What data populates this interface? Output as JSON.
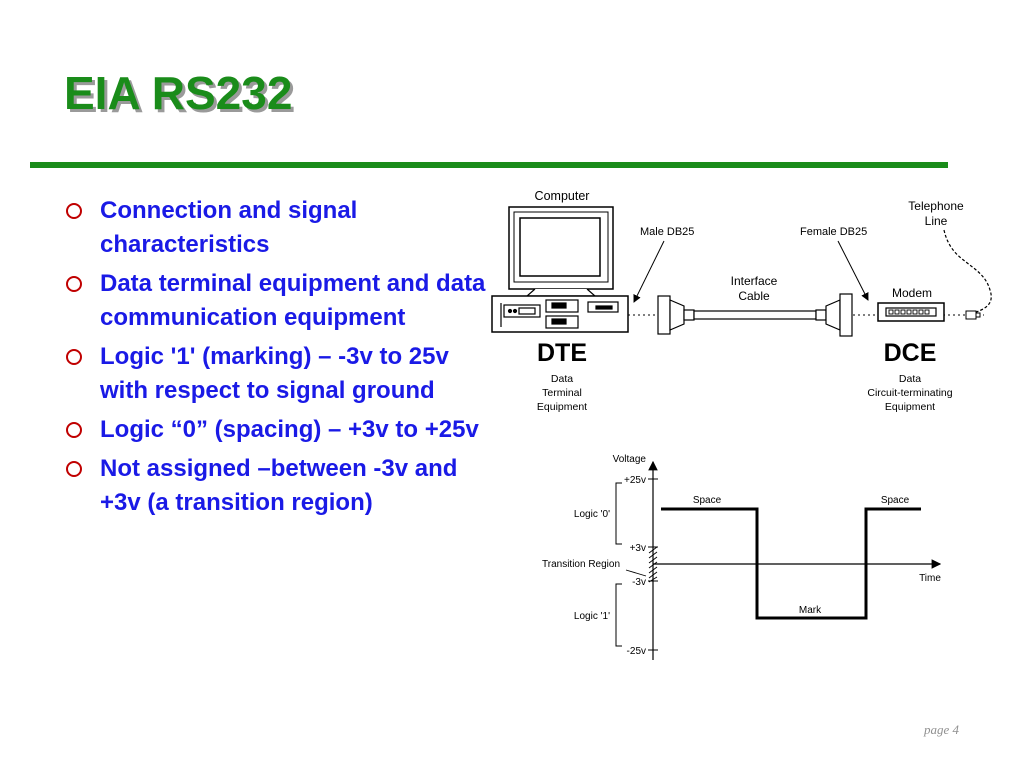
{
  "slide": {
    "title": "EIA RS232",
    "bullets": [
      "Connection and signal characteristics",
      "Data terminal equipment and data communication equipment",
      "Logic '1' (marking) – -3v to 25v with respect to signal ground",
      "Logic “0” (spacing) – +3v to +25v",
      "Not assigned –between -3v and +3v (a transition region)"
    ],
    "page_label": "page 4",
    "accent_color": "#1a8c1a",
    "bullet_text_color": "#1a1ae6",
    "bullet_icon_color": "#c00000"
  },
  "connection_diagram": {
    "computer_label": "Computer",
    "telephone_label_1": "Telephone",
    "telephone_label_2": "Line",
    "male_connector_label": "Male DB25",
    "female_connector_label": "Female DB25",
    "cable_label_1": "Interface",
    "cable_label_2": "Cable",
    "modem_label": "Modem",
    "dte_label": "DTE",
    "dte_desc_1": "Data",
    "dte_desc_2": "Terminal",
    "dte_desc_3": "Equipment",
    "dce_label": "DCE",
    "dce_desc_1": "Data",
    "dce_desc_2": "Circuit-terminating",
    "dce_desc_3": "Equipment"
  },
  "signal_diagram": {
    "voltage_label": "Voltage",
    "time_label": "Time",
    "tick_plus25": "+25v",
    "tick_plus3": "+3v",
    "tick_minus3": "-3v",
    "tick_minus25": "-25v",
    "logic0_label": "Logic '0'",
    "logic1_label": "Logic '1'",
    "transition_label": "Transition Region",
    "space_label_left": "Space",
    "space_label_right": "Space",
    "mark_label": "Mark"
  }
}
